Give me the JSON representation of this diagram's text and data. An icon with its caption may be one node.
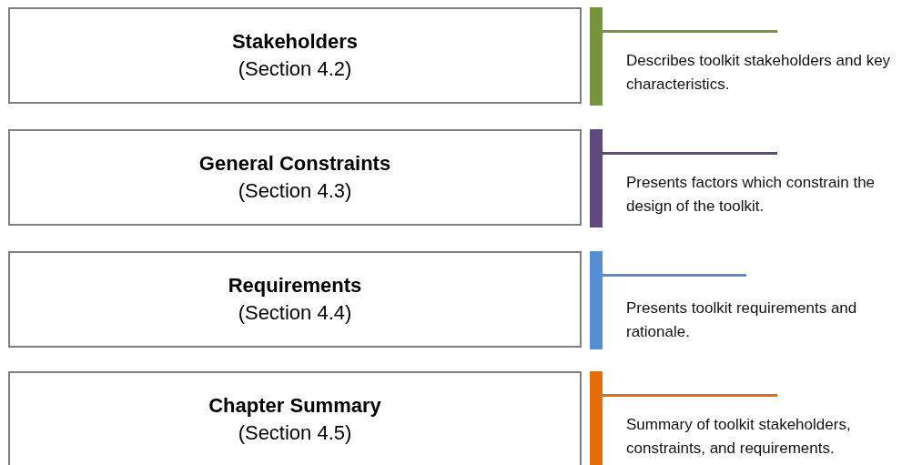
{
  "diagram": {
    "nodes": [
      {
        "text": [
          "Stakeholders",
          "(Section 4.2)"
        ],
        "beside": [
          "Describes toolkit stakeholders and key characteristics."
        ]
      },
      {
        "text": [
          "General Constraints",
          "(Section 4.3)"
        ],
        "beside": [
          "Presents factors which constrain the design of the toolkit."
        ]
      },
      {
        "text": [
          "Requirements",
          "(Section 4.4)"
        ],
        "beside": [
          "Presents toolkit requirements and rationale."
        ]
      },
      {
        "text": [
          "Chapter Summary",
          "(Section 4.5)"
        ],
        "beside": [
          "Summary of toolkit stakeholders, constraints, and requirements."
        ]
      }
    ]
  }
}
